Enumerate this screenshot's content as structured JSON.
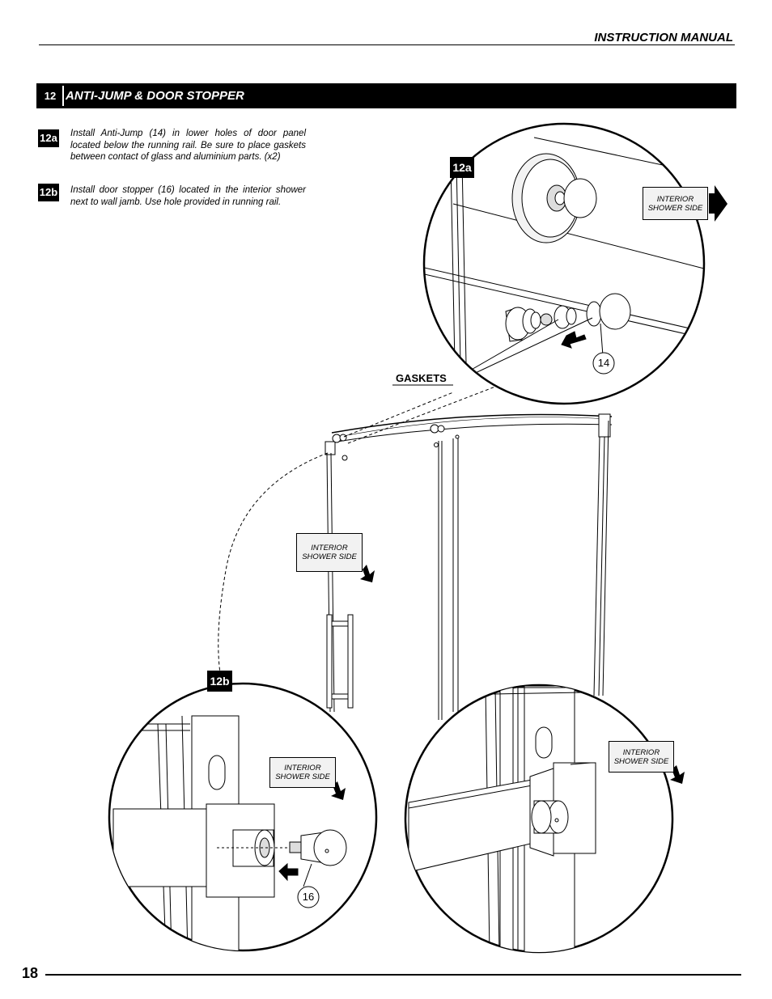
{
  "header": {
    "title": "INSTRUCTION MANUAL"
  },
  "section": {
    "number": "12",
    "title": "ANTI-JUMP & DOOR STOPPER"
  },
  "steps": [
    {
      "tag": "12a",
      "text": "Install Anti-Jump (14) in lower holes of door panel located below the running rail. Be sure to place gaskets between contact of glass and aluminium parts. (x2)"
    },
    {
      "tag": "12b",
      "text": "Install door stopper (16) located in the interior shower next to wall jamb. Use hole provided in running rail."
    }
  ],
  "diagram": {
    "callouts": {
      "a": "12a",
      "b": "12b"
    },
    "interior_label": {
      "line1": "INTERIOR",
      "line2": "SHOWER SIDE"
    },
    "gaskets_label": "GASKETS",
    "parts": {
      "anti_jump": "14",
      "door_stopper": "16"
    }
  },
  "footer": {
    "page_number": "18"
  }
}
